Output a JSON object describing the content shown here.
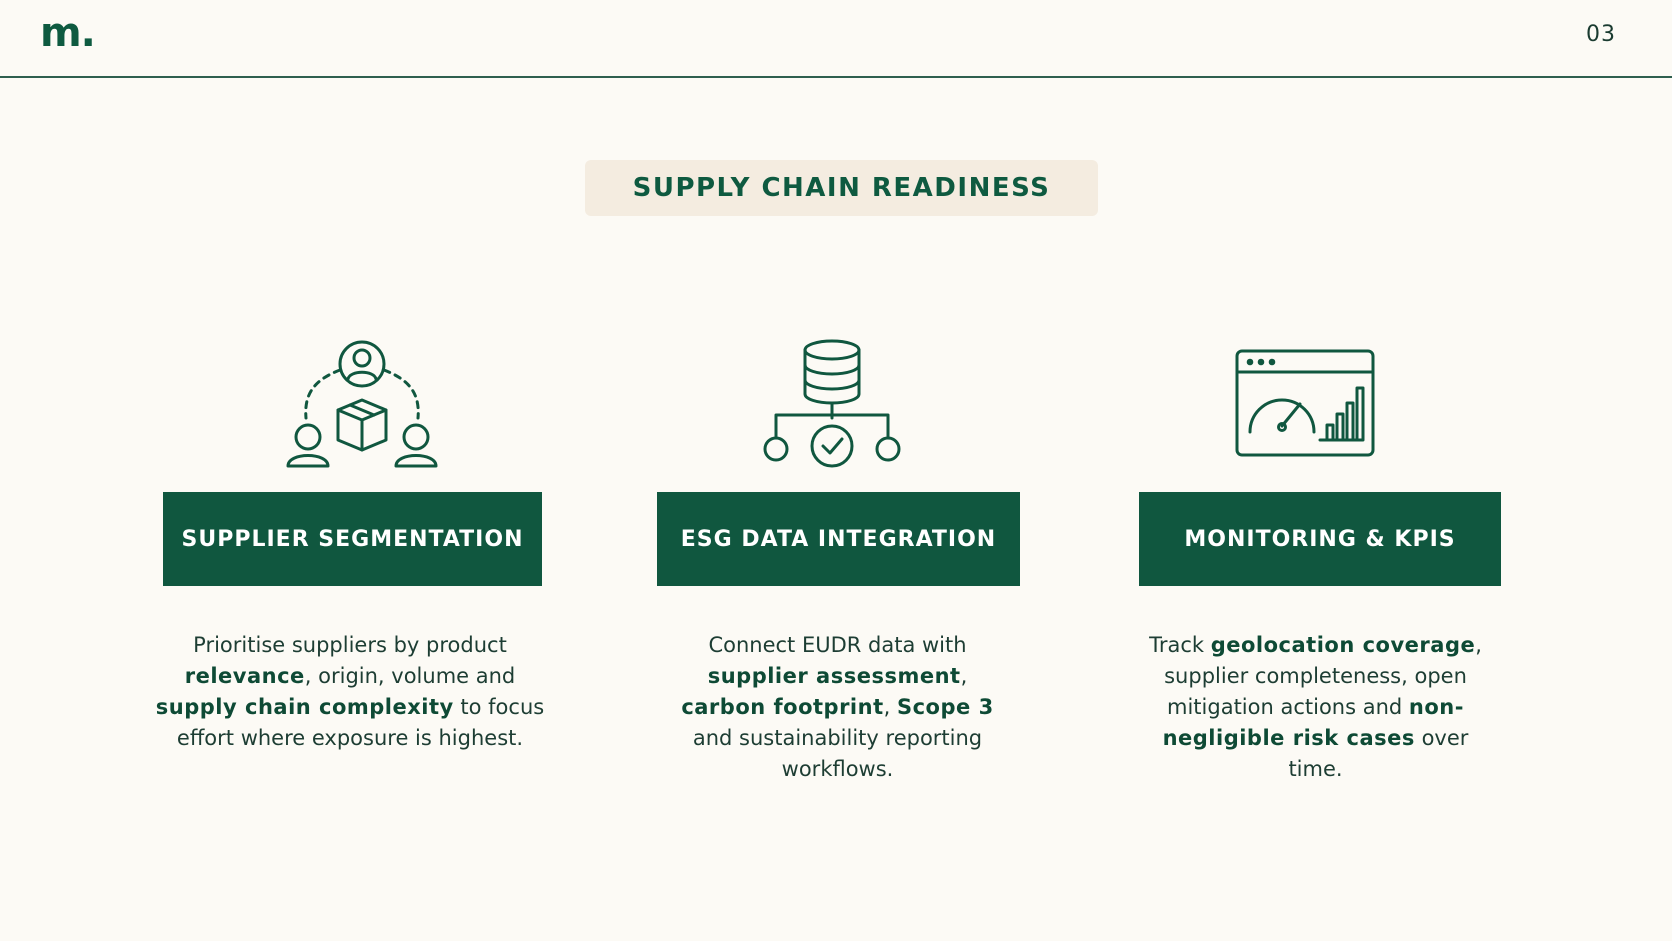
{
  "header": {
    "logo_text": "m.",
    "page_number": "03"
  },
  "title": "SUPPLY CHAIN READINESS",
  "columns": [
    {
      "icon": "supplier-network-icon",
      "banner": "SUPPLIER SEGMENTATION",
      "desc": [
        {
          "t": "Prioritise suppliers by product "
        },
        {
          "t": "relevance",
          "b": true
        },
        {
          "t": ", origin, volume and "
        },
        {
          "t": "supply chain complexity",
          "b": true
        },
        {
          "t": " to focus effort where exposure is highest."
        }
      ]
    },
    {
      "icon": "database-integration-icon",
      "banner": "ESG DATA INTEGRATION",
      "desc": [
        {
          "t": "Connect EUDR data with "
        },
        {
          "t": "supplier assessment",
          "b": true
        },
        {
          "t": ", "
        },
        {
          "t": "carbon footprint",
          "b": true
        },
        {
          "t": ", "
        },
        {
          "t": "Scope 3",
          "b": true
        },
        {
          "t": " and sustainability reporting workflows."
        }
      ]
    },
    {
      "icon": "dashboard-gauge-icon",
      "banner": "MONITORING & KPIS",
      "desc": [
        {
          "t": "Track "
        },
        {
          "t": "geolocation coverage",
          "b": true
        },
        {
          "t": ", supplier completeness, open mitigation actions and "
        },
        {
          "t": "non-negligible risk cases",
          "b": true
        },
        {
          "t": " over time."
        }
      ]
    }
  ],
  "colors": {
    "primary_green": "#10573f",
    "background": "#fcfaf5",
    "pill_background": "#f4ece0"
  }
}
